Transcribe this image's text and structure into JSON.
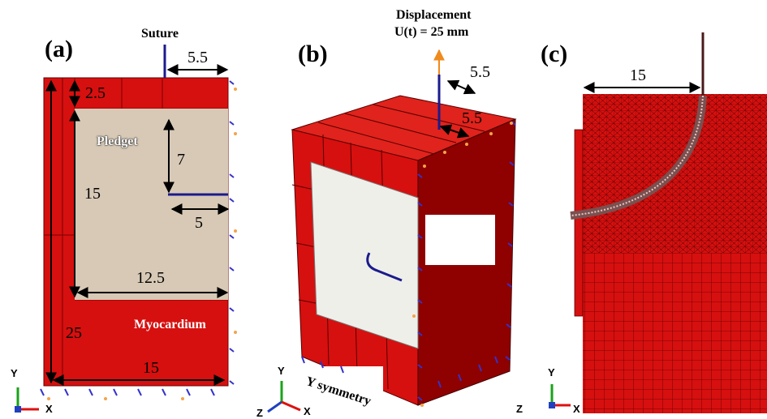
{
  "panels": {
    "a": {
      "letter": "(a)",
      "suture_label": "Suture",
      "pledget_label": "Pledget",
      "myocardium_label": "Myocardium",
      "dims": {
        "top_offset": "5.5",
        "top_band": "2.5",
        "suture_depth": "7",
        "pledget_height": "15",
        "suture_length": "5",
        "pledget_width": "12.5",
        "total_height": "25",
        "total_width": "15"
      },
      "axes": {
        "y": "Y",
        "x": "X"
      }
    },
    "b": {
      "letter": "(b)",
      "displacement_title": "Displacement",
      "displacement_value": "U(t) = 25 mm",
      "dim_top": "5.5",
      "dim_side": "5.5",
      "symmetry_label": "Y symmetry",
      "axes": {
        "y": "Y",
        "z": "Z",
        "x": "X"
      }
    },
    "c": {
      "letter": "(c)",
      "dim_top": "15",
      "axes": {
        "y": "Y",
        "z": "Z",
        "x": "X"
      }
    }
  },
  "colors": {
    "myocardium": "#d6100f",
    "myocardium_dark": "#8f0000",
    "pledget_a": "#d7c9b6",
    "pledget_b": "#efefea",
    "suture": "#1b1b8c",
    "boundary_marker": "#3333cc",
    "load_marker": "#f4a34a"
  }
}
